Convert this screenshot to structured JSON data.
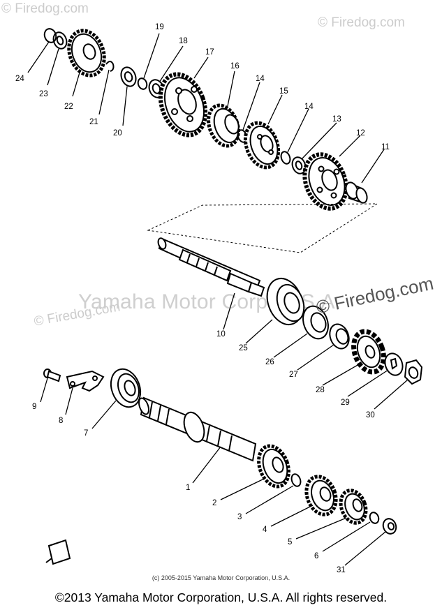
{
  "watermarks": {
    "main": "Yamaha Motor Corp. U.S.A.",
    "firedog_top": "© Firedog.com",
    "firedog_topleft": "© Firedog.com",
    "firedog_mid": "© Firedog.com",
    "firedog_big": "© Firedog.com"
  },
  "parts": {
    "p1": "1",
    "p2": "2",
    "p3": "3",
    "p4": "4",
    "p5": "5",
    "p6": "6",
    "p7": "7",
    "p8": "8",
    "p9": "9",
    "p10": "10",
    "p11": "11",
    "p12": "12",
    "p13": "13",
    "p14a": "14",
    "p14b": "14",
    "p15": "15",
    "p16": "16",
    "p17": "17",
    "p18": "18",
    "p19": "19",
    "p20": "20",
    "p21": "21",
    "p22": "22",
    "p23": "23",
    "p24": "24",
    "p25": "25",
    "p26": "26",
    "p27": "27",
    "p28": "28",
    "p29": "29",
    "p30": "30",
    "p31": "31"
  },
  "footer": {
    "small_copyright": "(c) 2005-2015 Yamaha Motor Corporation, U.S.A.",
    "copyright": "©2013 Yamaha Motor Corporation, U.S.A. All rights reserved."
  }
}
